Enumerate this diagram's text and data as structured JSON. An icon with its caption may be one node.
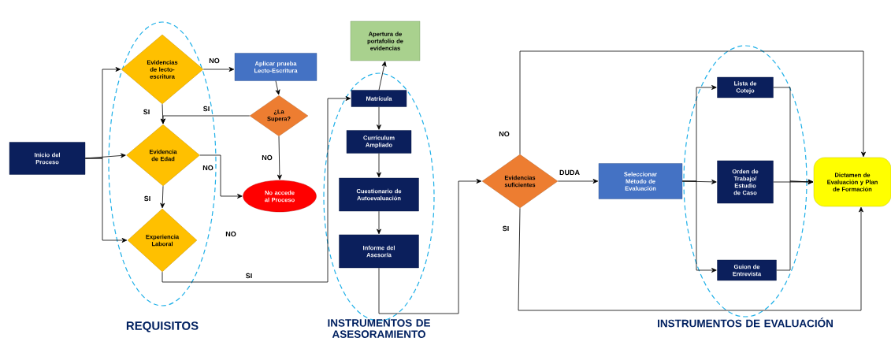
{
  "diagram": {
    "nodes": [
      {
        "text": [
          "Inicio del Proceso"
        ]
      },
      {
        "text": [
          "Evidencias de lecto-escritura"
        ]
      },
      {
        "text": [
          "Aplicar prueba Lecto-Escritura"
        ]
      },
      {
        "text": [
          "¿La Supera?"
        ]
      },
      {
        "text": [
          "Evidencia de Edad"
        ]
      },
      {
        "text": [
          "No accede al Proceso"
        ]
      },
      {
        "text": [
          "Experiencia Laboral"
        ]
      },
      {
        "text": [
          "Apertura de portafolio de evidencias"
        ]
      },
      {
        "text": [
          "Matrícula"
        ]
      },
      {
        "text": [
          "Currículum Ampliado"
        ]
      },
      {
        "text": [
          "Cuestionario de Autoevaluación"
        ]
      },
      {
        "text": [
          "Informe del Asesor/a"
        ]
      },
      {
        "text": [
          "Evidencias suficientes"
        ]
      },
      {
        "text": [
          "Seleccionar Método de Evaluación"
        ]
      },
      {
        "text": [
          "Lista de Cotejo"
        ]
      },
      {
        "text": [
          "Orden de Trabajo/ Estudio de Caso"
        ]
      },
      {
        "text": [
          "Guion de Entrevista"
        ]
      },
      {
        "text": [
          "Dictamen de Evaluación y Plan de Formación"
        ]
      }
    ],
    "edges": [
      {
        "from": 0,
        "to": 1,
        "arrow": "to"
      },
      {
        "from": 0,
        "to": 4,
        "arrow": "to"
      },
      {
        "from": 0,
        "to": 6,
        "arrow": "to"
      },
      {
        "from": 1,
        "to": 2,
        "arrow": "to",
        "label": "NO"
      },
      {
        "from": 1,
        "to": 4,
        "arrow": "to",
        "label": "SI"
      },
      {
        "from": 2,
        "to": 3,
        "arrow": "to"
      },
      {
        "from": 3,
        "to": 4,
        "arrow": "to",
        "label": "SI"
      },
      {
        "from": 3,
        "to": 5,
        "arrow": "to",
        "label": "NO"
      },
      {
        "from": 4,
        "to": 5,
        "arrow": "to",
        "label": "NO"
      },
      {
        "from": 4,
        "to": 6,
        "arrow": "to",
        "label": "SI"
      },
      {
        "from": 6,
        "to": 8,
        "arrow": "to",
        "label": "SI"
      },
      {
        "from": 8,
        "to": 7,
        "arrow": "to"
      },
      {
        "from": 8,
        "to": 9,
        "arrow": "to"
      },
      {
        "from": 9,
        "to": 10,
        "arrow": "to"
      },
      {
        "from": 10,
        "to": 11,
        "arrow": "to"
      },
      {
        "from": 11,
        "to": 12,
        "arrow": "to"
      },
      {
        "from": 12,
        "to": 17,
        "arrow": "to",
        "label": "NO"
      },
      {
        "from": 12,
        "to": 13,
        "arrow": "to",
        "label": "DUDA"
      },
      {
        "from": 12,
        "to": 17,
        "arrow": "to",
        "label": "SI"
      },
      {
        "from": 13,
        "to": 14,
        "arrow": "to"
      },
      {
        "from": 13,
        "to": 15,
        "arrow": "to"
      },
      {
        "from": 13,
        "to": 16,
        "arrow": "to"
      },
      {
        "from": 14,
        "to": 17,
        "arrow": "to"
      },
      {
        "from": 15,
        "to": 17,
        "arrow": "to"
      },
      {
        "from": 16,
        "to": 17,
        "arrow": "to"
      }
    ],
    "labels": [
      "NO",
      "REQUISITOS",
      "INSTRUMENTOS DE ASESORAMIENTO",
      "INSTRUMENTOS DE EVALUACIÓN"
    ]
  }
}
